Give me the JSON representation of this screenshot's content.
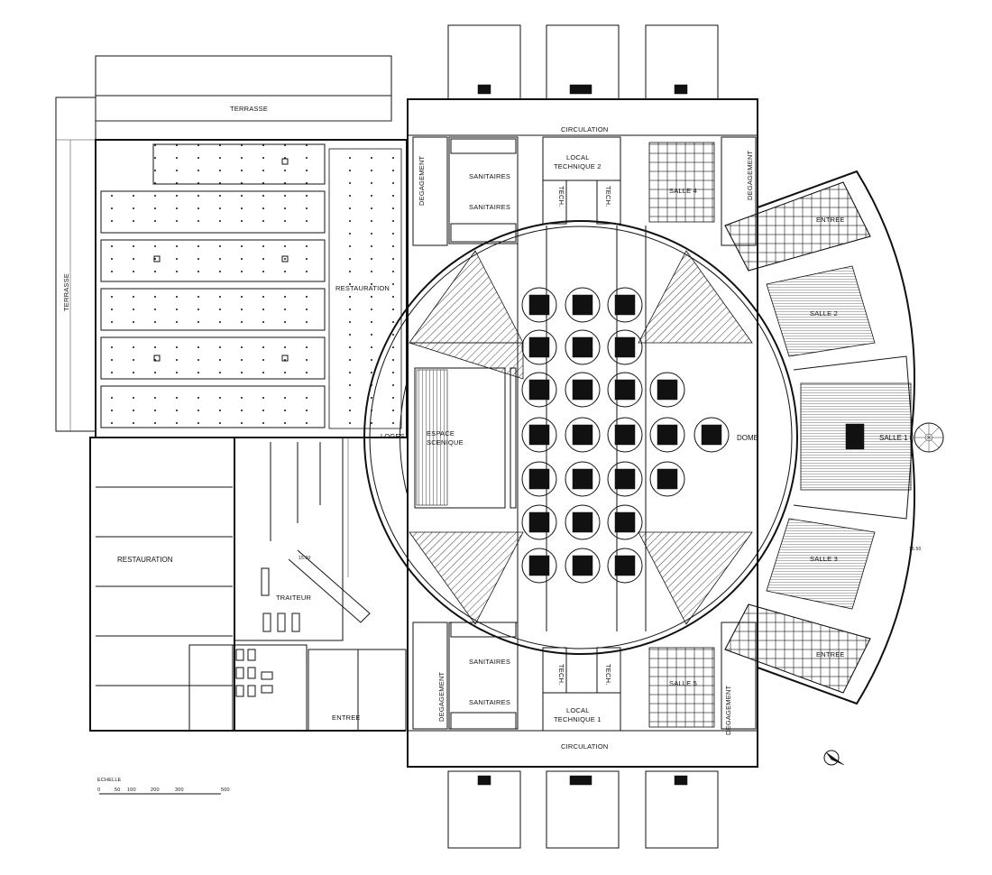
{
  "labels": {
    "terrasse_top": "TERRASSE",
    "terrasse_left": "TERRASSE",
    "restauration_upper": "RESTAURATION",
    "restauration_lower": "RESTAURATION",
    "traiteur": "TRAITEUR",
    "entree": "ENTREE",
    "loges": "LOGES",
    "espace_scenique_1": "ESPACE",
    "espace_scenique_2": "SCENIQUE",
    "dome": "DOME",
    "circulation_top": "CIRCULATION",
    "circulation_bottom": "CIRCULATION",
    "sanitaires_1": "SANITAIRES",
    "sanitaires_2": "SANITAIRES",
    "sanitaires_3": "SANITAIRES",
    "sanitaires_4": "SANITAIRES",
    "local_tech_2_a": "LOCAL",
    "local_tech_2_b": "TECHNIQUE 2",
    "local_tech_1_a": "LOCAL",
    "local_tech_1_b": "TECHNIQUE 1",
    "tech_1": "TECH.",
    "tech_2": "TECH.",
    "tech_3": "TECH.",
    "tech_4": "TECH.",
    "degagement_1": "DEGAGEMENT",
    "degagement_2": "DEGAGEMENT",
    "degagement_3": "DEGAGEMENT",
    "degagement_4": "DEGAGEMENT",
    "salle_1": "SALLE 1",
    "salle_2": "SALLE 2",
    "salle_3": "SALLE 3",
    "salle_4": "SALLE 4",
    "salle_5": "SALLE 5",
    "entree_top_right": "ENTREE",
    "entree_bottom_right": "ENTREE",
    "level_1": "15.00",
    "level_2": "16.50"
  },
  "scale": {
    "title": "ECHELLE",
    "ticks": [
      "0",
      "50",
      "100",
      "200",
      "300",
      "500"
    ]
  }
}
